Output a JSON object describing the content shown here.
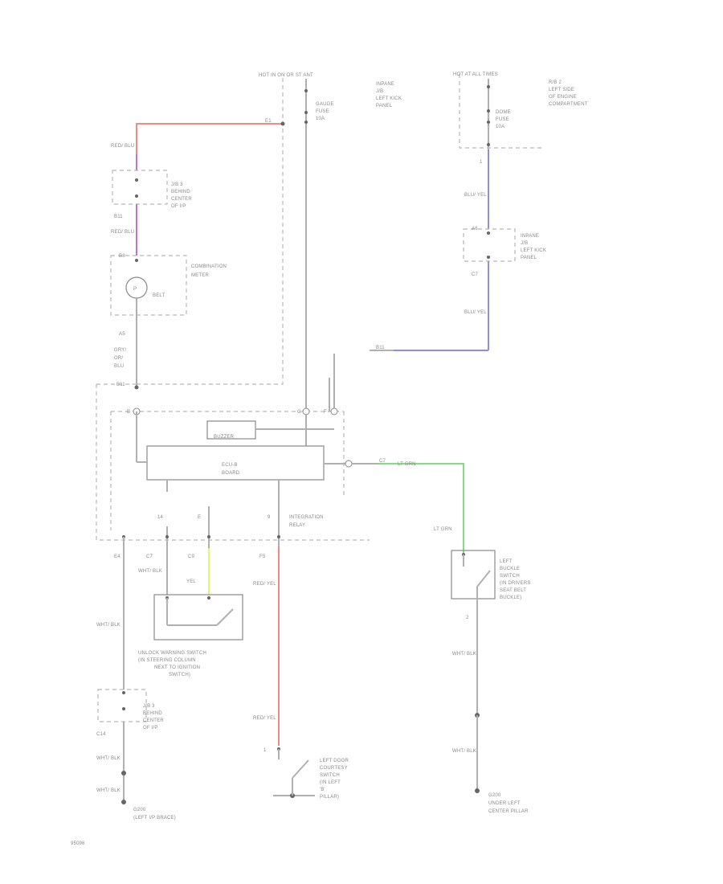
{
  "diagram": {
    "code": "95096",
    "top_power": "HOT IN ON OR ST ANT",
    "top_power_right": "HOT AT ALL TIMES",
    "gauge_fuse": [
      "GAUGE",
      "FUSE",
      "10A"
    ],
    "dome_fuse": [
      "DOME",
      "FUSE",
      "10A"
    ],
    "jb_left_kick": [
      "INPANE",
      "J/B",
      "LEFT KICK",
      "PANEL"
    ],
    "jb_engine": [
      "R/B 2",
      "LEFT SIDE",
      "OF ENGINE",
      "COMPARTMENT"
    ],
    "jb_left_kick2": [
      "INPANE",
      "J/B",
      "LEFT KICK",
      "PANEL"
    ],
    "jb3_service": [
      "J/B 3",
      "BEHIND",
      "CENTER",
      "OF I/P"
    ],
    "jb3_service_low": [
      "J/B 3",
      "BEHIND",
      "CENTER",
      "OF I/P"
    ],
    "combo_meter": [
      "COMBINATION",
      "METER"
    ],
    "belt_label": "BELT",
    "buzzer_label": "BUZZER",
    "ecu_label": [
      "ECU-B",
      "BOARD"
    ],
    "integration_relay": [
      "INTEGRATION",
      "RELAY"
    ],
    "unlock_switch": [
      "UNLOCK WARNING SWITCH",
      "(IN STEERING COLUMN",
      "NEXT TO IGNITION",
      "SWITCH)"
    ],
    "buckle_switch": [
      "LEFT",
      "BUCKLE",
      "SWITCH",
      "(IN DRIVERS",
      "SEAT BELT",
      "BUCKLE)"
    ],
    "door_switch": [
      "LEFT DOOR",
      "COURTESY",
      "SWITCH",
      "(IN LEFT",
      "'B'",
      "PILLAR)"
    ],
    "ground_left": [
      "G200",
      "(LEFT I/P BRACE)"
    ],
    "ground_right": [
      "G200",
      "UNDER LEFT",
      "CENTER PILLAR"
    ],
    "wire_labels": {
      "red_blu": "RED/ BLU",
      "red_blu2": "RED/ BLU",
      "gry": "GRY/ OR/ BLU",
      "blu_yel": "BLU/ YEL",
      "blu_yel2": "BLU/ YEL",
      "wht_blk": "WHT/ BLK",
      "wht_blk2": "WHT/ BLK",
      "wht_blk3": "WHT/ BLK",
      "wht_blk4": "WHT/ BLK",
      "wht_blk5": "WHT/ BLK",
      "wht_blk6": "WHT/ BLK",
      "yel": "YEL",
      "red_yel": "RED/ YEL",
      "red_yel2": "RED/ YEL",
      "lt_grn": "LT GRN",
      "lt_grn2": "LT GRN"
    },
    "connectors": {
      "e1": "E1",
      "b1": "B11",
      "b8": "B8",
      "a5": "A5",
      "b11": "B11",
      "c7": "C7",
      "c9": "C9",
      "f5": "F5",
      "c7b": "C7",
      "c14": "C14",
      "e4": "E4",
      "a6": "A6",
      "bsmall": "B",
      "csmall": "C",
      "fsmall": "F",
      "one": "1",
      "two": "2",
      "one_b": "1",
      "pin_c7": "C7"
    },
    "colors": {
      "red": "#f08a8a",
      "purple": "#c070c8",
      "blue": "#8f8fe0",
      "green": "#7ee07e",
      "yellow": "#f0f070"
    }
  }
}
